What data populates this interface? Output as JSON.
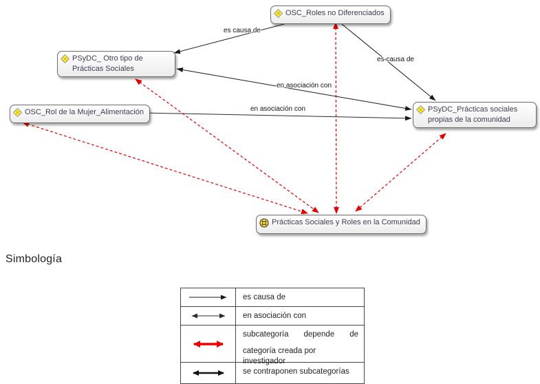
{
  "diagram": {
    "nodes": [
      {
        "id": "roles_no_diferenciados",
        "label": "OSC_Roles no Diferenciados",
        "icon": "code-diamond-icon"
      },
      {
        "id": "otro_tipo_practicas",
        "label": "PSyDC_ Otro tipo de Prácticas Sociales",
        "icon": "code-diamond-icon"
      },
      {
        "id": "rol_mujer_alimentacion",
        "label": "OSC_Rol de la Mujer_Alimentación",
        "icon": "code-diamond-icon"
      },
      {
        "id": "practicas_propias",
        "label": "PSyDC_Prácticas sociales propias de la comunidad",
        "icon": "code-diamond-icon"
      },
      {
        "id": "practicas_roles_comunidad",
        "label": "Prácticas Sociales y Roles en la Comunidad",
        "icon": "category-circle-icon"
      }
    ],
    "edges": [
      {
        "from": "roles_no_diferenciados",
        "to": "otro_tipo_practicas",
        "label": "es causa de",
        "style": "black-single-arrow"
      },
      {
        "from": "roles_no_diferenciados",
        "to": "practicas_propias",
        "label": "es causa de",
        "style": "black-single-arrow"
      },
      {
        "from": "otro_tipo_practicas",
        "to": "practicas_propias",
        "label": "en asociación con",
        "style": "black-double-arrow"
      },
      {
        "from": "rol_mujer_alimentacion",
        "to": "practicas_propias",
        "label": "en asociación con",
        "style": "black-double-arrow"
      },
      {
        "from": "otro_tipo_practicas",
        "to": "practicas_roles_comunidad",
        "label": "",
        "style": "red-dashed-double-arrow"
      },
      {
        "from": "rol_mujer_alimentacion",
        "to": "practicas_roles_comunidad",
        "label": "",
        "style": "red-dashed-double-arrow"
      },
      {
        "from": "roles_no_diferenciados",
        "to": "practicas_roles_comunidad",
        "label": "",
        "style": "red-dashed-double-arrow"
      },
      {
        "from": "practicas_propias",
        "to": "practicas_roles_comunidad",
        "label": "",
        "style": "red-dashed-double-arrow"
      }
    ]
  },
  "legend": {
    "title": "Simbología",
    "rows": [
      {
        "symbol": "single-black-thin-arrow",
        "label": "es causa de"
      },
      {
        "symbol": "double-black-thin-arrow",
        "label": "en asociación con"
      },
      {
        "symbol": "double-red-thick-arrow",
        "label_line1": "subcategoría depende de",
        "label_line2": "categoría creada por investigador"
      },
      {
        "symbol": "double-black-thick-arrow",
        "label": "se contraponen subcategorías"
      }
    ]
  },
  "colors": {
    "relation_red": "#e60000",
    "edge_black": "#1a1a1a",
    "node_border": "#6b6b6b",
    "icon_yellow": "#ffee55"
  }
}
